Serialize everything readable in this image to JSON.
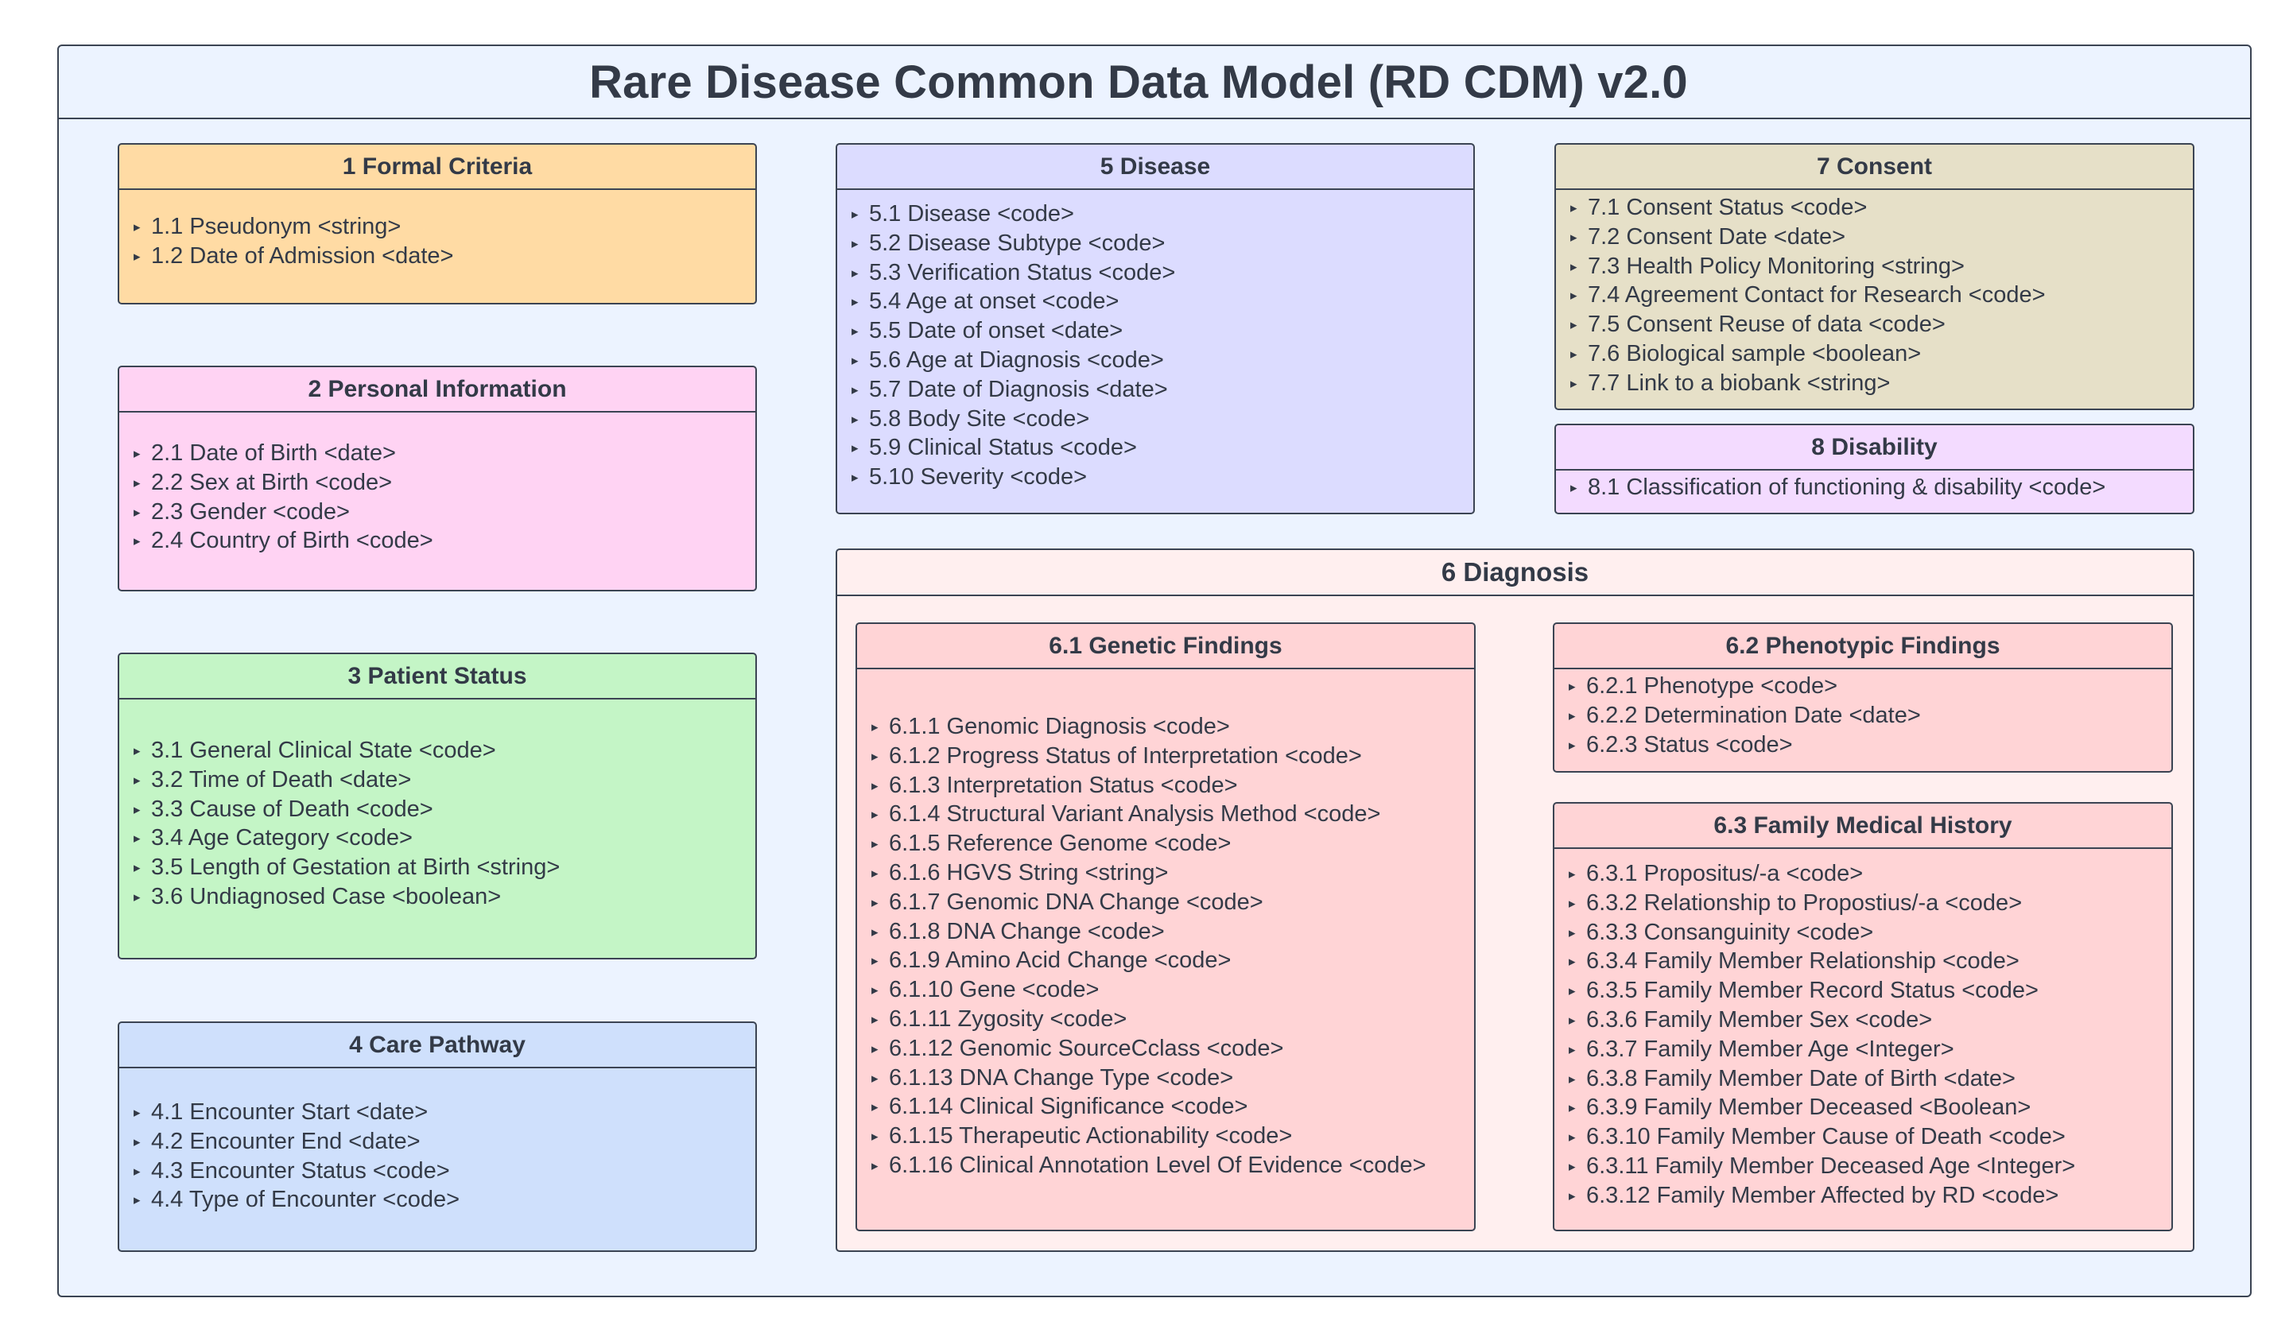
{
  "title": "Rare Disease Common Data Model (RD CDM) v2.0",
  "colors": {
    "frame_bg": "#ecf3ff",
    "formal_criteria": "#ffdba4",
    "personal_information": "#ffd3f3",
    "patient_status": "#c4f5c6",
    "care_pathway": "#cfe0fc",
    "disease": "#dcdcff",
    "consent": "#e6e0c8",
    "disability": "#f3dbff",
    "diagnosis": "#ffefef",
    "diagnosis_sub": "#ffd4d6",
    "border": "#3b4453"
  },
  "sections": {
    "formal_criteria": {
      "title": "1 Formal Criteria",
      "items": [
        "1.1 Pseudonym <string>",
        "1.2 Date of Admission <date>"
      ]
    },
    "personal_information": {
      "title": "2 Personal Information",
      "items": [
        "2.1 Date of Birth <date>",
        "2.2 Sex at Birth <code>",
        "2.3 Gender <code>",
        "2.4 Country of Birth <code>"
      ]
    },
    "patient_status": {
      "title": "3 Patient Status",
      "items": [
        "3.1 General Clinical State <code>",
        "3.2 Time of Death <date>",
        "3.3 Cause of Death <code>",
        "3.4 Age Category <code>",
        "3.5 Length of Gestation at Birth <string>",
        "3.6 Undiagnosed Case <boolean>"
      ]
    },
    "care_pathway": {
      "title": "4 Care Pathway",
      "items": [
        "4.1 Encounter Start <date>",
        "4.2 Encounter End <date>",
        "4.3 Encounter Status <code>",
        "4.4 Type of Encounter <code>"
      ]
    },
    "disease": {
      "title": "5 Disease",
      "items": [
        "5.1 Disease <code>",
        "5.2 Disease Subtype <code>",
        "5.3 Verification Status <code>",
        "5.4 Age at onset <code>",
        "5.5 Date of onset <date>",
        "5.6 Age at Diagnosis <code>",
        "5.7 Date of Diagnosis  <date>",
        "5.8 Body Site <code>",
        "5.9 Clinical Status <code>",
        "5.10 Severity <code>"
      ]
    },
    "consent": {
      "title": "7 Consent",
      "items": [
        "7.1 Consent Status <code>",
        "7.2 Consent Date <date>",
        "7.3 Health Policy Monitoring <string>",
        "7.4 Agreement Contact for Research <code>",
        "7.5 Consent Reuse of data <code>",
        "7.6 Biological sample <boolean>",
        "7.7 Link to a biobank <string>"
      ]
    },
    "disability": {
      "title": "8 Disability",
      "items": [
        "8.1 Classification of functioning & disability <code>"
      ]
    },
    "diagnosis": {
      "title": "6 Diagnosis",
      "genetic_findings": {
        "title": "6.1 Genetic Findings",
        "items": [
          "6.1.1 Genomic Diagnosis <code>",
          "6.1.2 Progress Status of Interpretation <code>",
          "6.1.3 Interpretation Status <code>",
          "6.1.4 Structural Variant Analysis Method <code>",
          "6.1.5 Reference Genome <code>",
          "6.1.6 HGVS String <string>",
          "6.1.7 Genomic DNA Change <code>",
          "6.1.8 DNA Change <code>",
          "6.1.9 Amino Acid Change <code>",
          "6.1.10 Gene <code>",
          "6.1.11 Zygosity <code>",
          "6.1.12 Genomic SourceCclass <code>",
          "6.1.13 DNA Change Type <code>",
          "6.1.14 Clinical Significance <code>",
          "6.1.15 Therapeutic Actionability <code>",
          "6.1.16 Clinical Annotation Level Of Evidence <code>"
        ]
      },
      "phenotypic_findings": {
        "title": "6.2 Phenotypic Findings",
        "items": [
          "6.2.1 Phenotype <code>",
          "6.2.2 Determination Date <date>",
          "6.2.3 Status <code>"
        ]
      },
      "family_history": {
        "title": "6.3 Family Medical History",
        "items": [
          "6.3.1 Propositus/-a <code>",
          "6.3.2 Relationship to Propostius/-a <code>",
          "6.3.3 Consanguinity <code>",
          "6.3.4 Family Member Relationship <code>",
          "6.3.5 Family Member Record Status <code>",
          "6.3.6 Family Member Sex <code>",
          "6.3.7 Family Member Age <Integer>",
          "6.3.8 Family Member Date of Birth <date>",
          "6.3.9 Family Member Deceased <Boolean>",
          "6.3.10 Family Member Cause of Death <code>",
          "6.3.11 Family Member Deceased Age <Integer>",
          "6.3.12 Family Member Affected by RD <code>"
        ]
      }
    }
  }
}
